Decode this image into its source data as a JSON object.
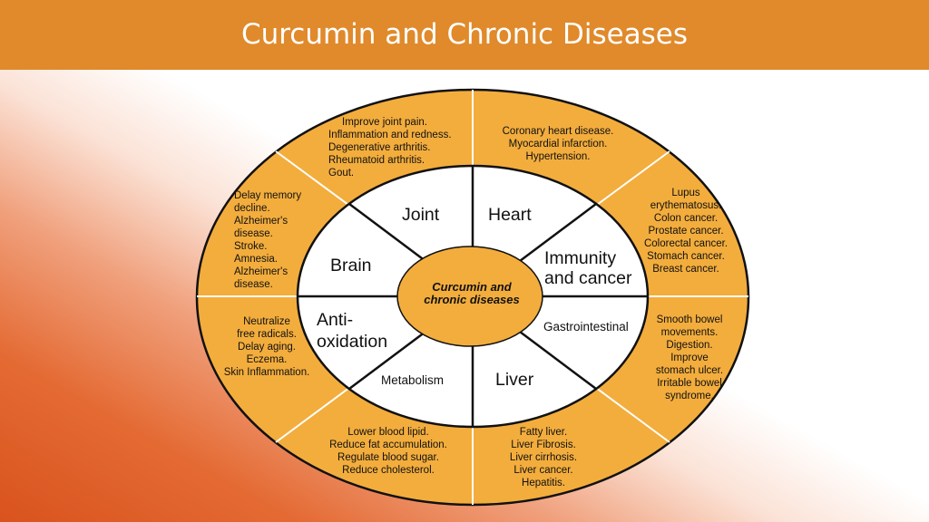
{
  "title": "Curcumin and Chronic Diseases",
  "colors": {
    "header": "#e08a2b",
    "ring": "#f3ad3d",
    "hub": "#f3ad3d",
    "inner": "#ffffff",
    "gradient_accent": "#d9531e"
  },
  "center": {
    "line1": "Curcumin and",
    "line2": "chronic diseases"
  },
  "segments": [
    {
      "label": "Joint",
      "effects": [
        "Improve joint pain.",
        "Inflammation and redness.",
        "Degenerative arthritis.",
        "Rheumatoid arthritis.",
        "Gout."
      ]
    },
    {
      "label": "Heart",
      "effects": [
        "Coronary heart disease.",
        "Myocardial infarction.",
        "Hypertension."
      ]
    },
    {
      "label_lines": [
        "Immunity",
        "and cancer"
      ],
      "effects": [
        "Lupus",
        "erythematosus.",
        "Colon cancer.",
        "Prostate cancer.",
        "Colorectal cancer.",
        "Stomach cancer.",
        "Breast cancer."
      ]
    },
    {
      "label": "Gastrointestinal",
      "effects": [
        "Smooth bowel",
        "movements.",
        "Digestion.",
        "Improve",
        "stomach ulcer.",
        "Irritable bowel",
        "syndrome."
      ]
    },
    {
      "label": "Liver",
      "effects": [
        "Fatty liver.",
        "Liver Fibrosis.",
        "Liver cirrhosis.",
        "Liver cancer.",
        "Hepatitis."
      ]
    },
    {
      "label": "Metabolism",
      "effects": [
        "Lower blood lipid.",
        "Reduce fat accumulation.",
        "Regulate blood sugar.",
        "Reduce cholesterol."
      ]
    },
    {
      "label_lines": [
        "Anti-",
        "oxidation"
      ],
      "effects": [
        "Neutralize",
        "free radicals.",
        "Delay aging.",
        "Eczema.",
        "Skin Inflammation."
      ]
    },
    {
      "label": "Brain",
      "effects": [
        "Delay memory",
        "decline.",
        "Alzheimer's",
        "disease.",
        "Stroke.",
        "Amnesia.",
        "Alzheimer's",
        "disease."
      ]
    }
  ]
}
